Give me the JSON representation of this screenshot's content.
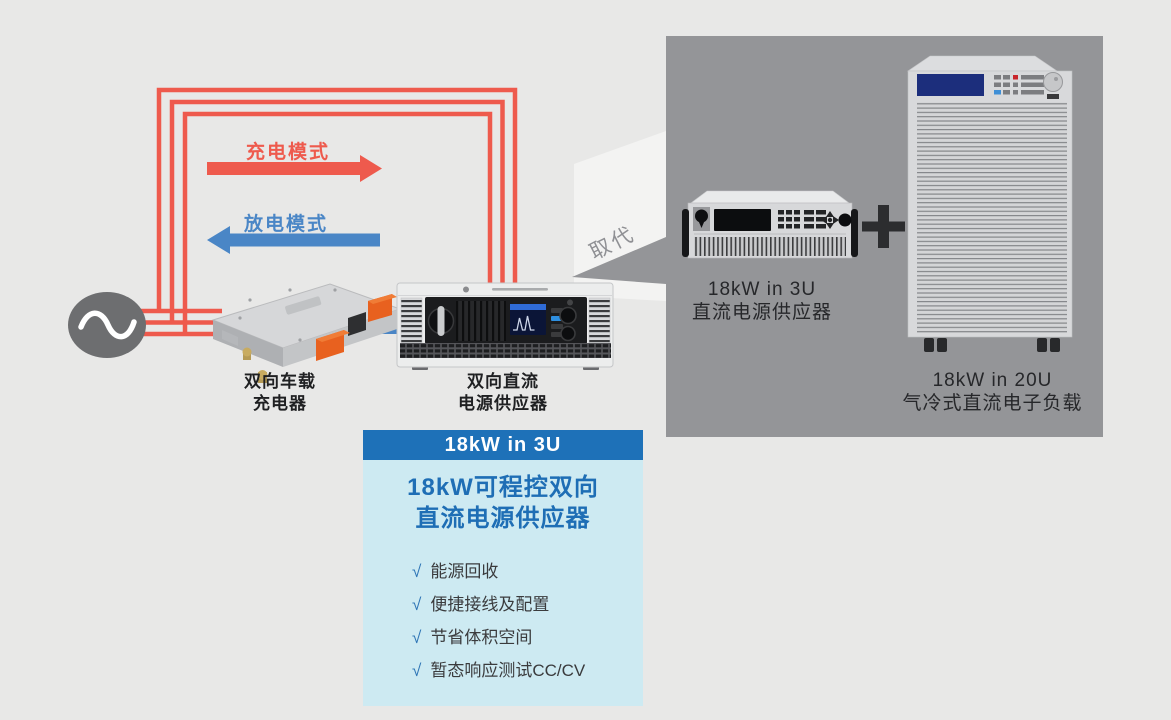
{
  "diagram": {
    "charge_mode_label": "充电模式",
    "discharge_mode_label": "放电模式",
    "charger_label_line1": "双向车载",
    "charger_label_line2": "充电器",
    "psu_label_line1": "双向直流",
    "psu_label_line2": "电源供应器"
  },
  "replace_label": "取代",
  "banner": {
    "text": "18kW in 3U"
  },
  "features": {
    "title_line1": "18kW可程控双向",
    "title_line2": "直流电源供应器",
    "check_symbol": "√",
    "items": [
      "能源回收",
      "便捷接线及配置",
      "节省体积空间",
      "暂态响应测试CC/CV"
    ]
  },
  "replaced_panel": {
    "psu_3u_label_line1": "18kW in 3U",
    "psu_3u_label_line2": "直流电源供应器",
    "load_20u_label_line1": "18kW in 20U",
    "load_20u_label_line2": "气冷式直流电子负载"
  },
  "colors": {
    "background": "#e8e8e7",
    "red": "#ee5a4d",
    "blue": "#4a86c6",
    "banner_blue": "#1e71b8",
    "feature_bg": "#cdeaf2",
    "title_blue": "#1e6eb5",
    "check_blue": "#2e75b6",
    "panel_gray": "#949598"
  }
}
